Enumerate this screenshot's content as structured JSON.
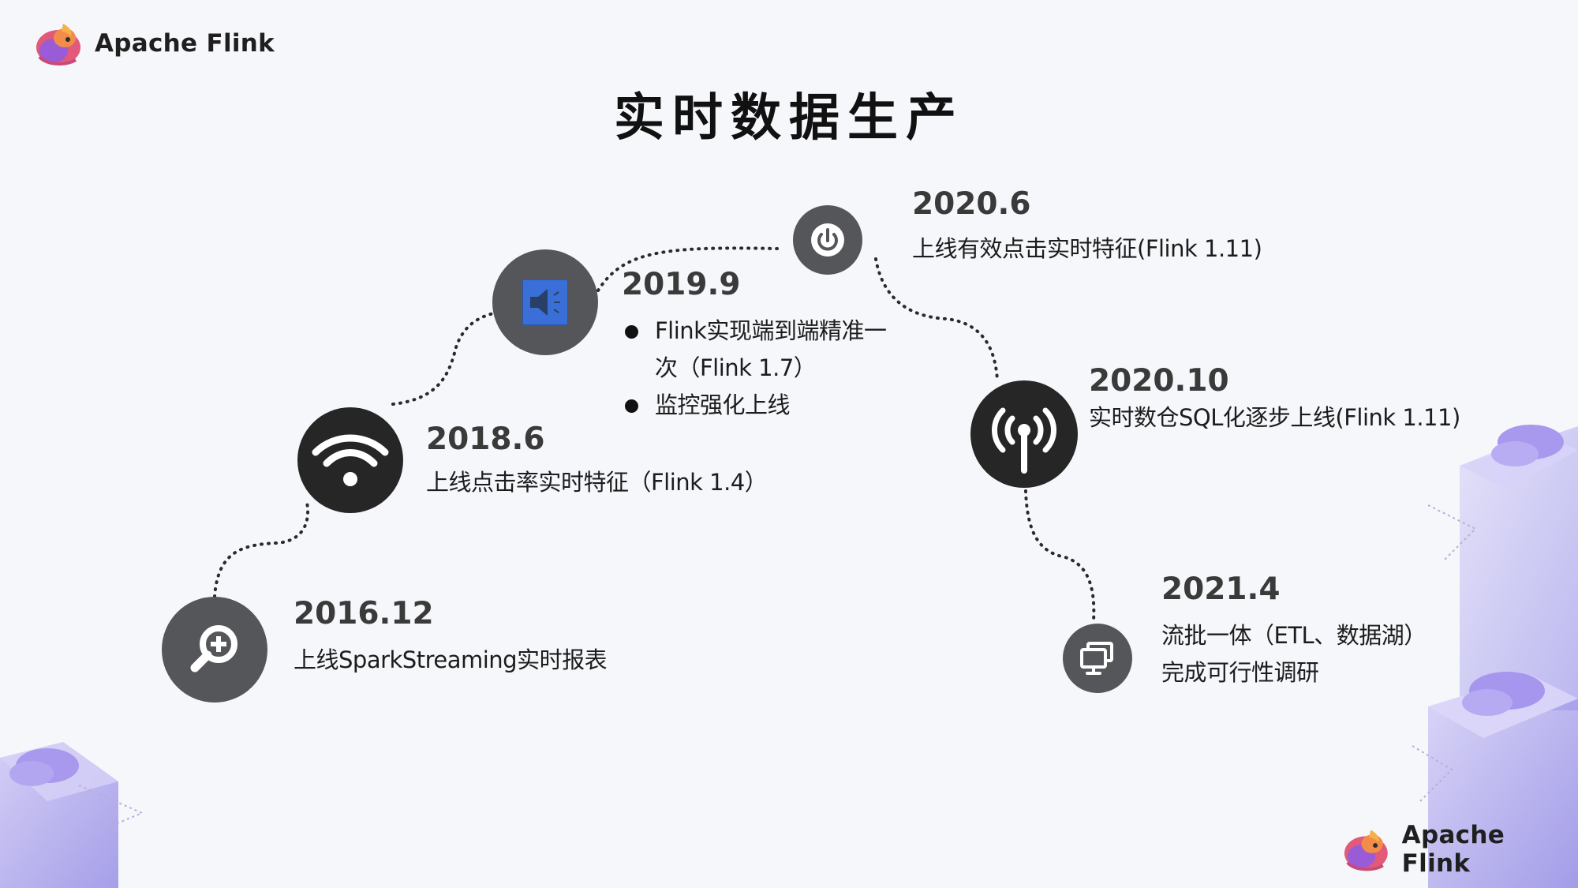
{
  "brand": {
    "name": "Apache Flink"
  },
  "footer_brand": {
    "name": "Apache Flink"
  },
  "title": "实时数据生产",
  "milestones": [
    {
      "year": "2016.12",
      "desc": "上线SparkStreaming实时报表",
      "icon": "search-plus-icon"
    },
    {
      "year": "2018.6",
      "desc": "上线点击率实时特征（Flink 1.4）",
      "icon": "wifi-icon"
    },
    {
      "year": "2019.9",
      "bullets": [
        "Flink实现端到端精准一",
        "次（Flink 1.7）",
        "监控强化上线"
      ],
      "icon": "speaker-icon"
    },
    {
      "year": "2020.6",
      "desc": "上线有效点击实时特征(Flink 1.11)",
      "icon": "power-icon"
    },
    {
      "year": "2020.10",
      "desc": "实时数仓SQL化逐步上线(Flink 1.11)",
      "icon": "antenna-icon"
    },
    {
      "year": "2021.4",
      "desc_lines": [
        "流批一体（ETL、数据湖）",
        "完成可行性调研"
      ],
      "icon": "monitor-icon"
    }
  ],
  "colors": {
    "circle_gray": "#555659",
    "circle_dark": "#262626",
    "speaker_blue": "#3a6fd8",
    "accent_purple": "#7b6ce0"
  }
}
